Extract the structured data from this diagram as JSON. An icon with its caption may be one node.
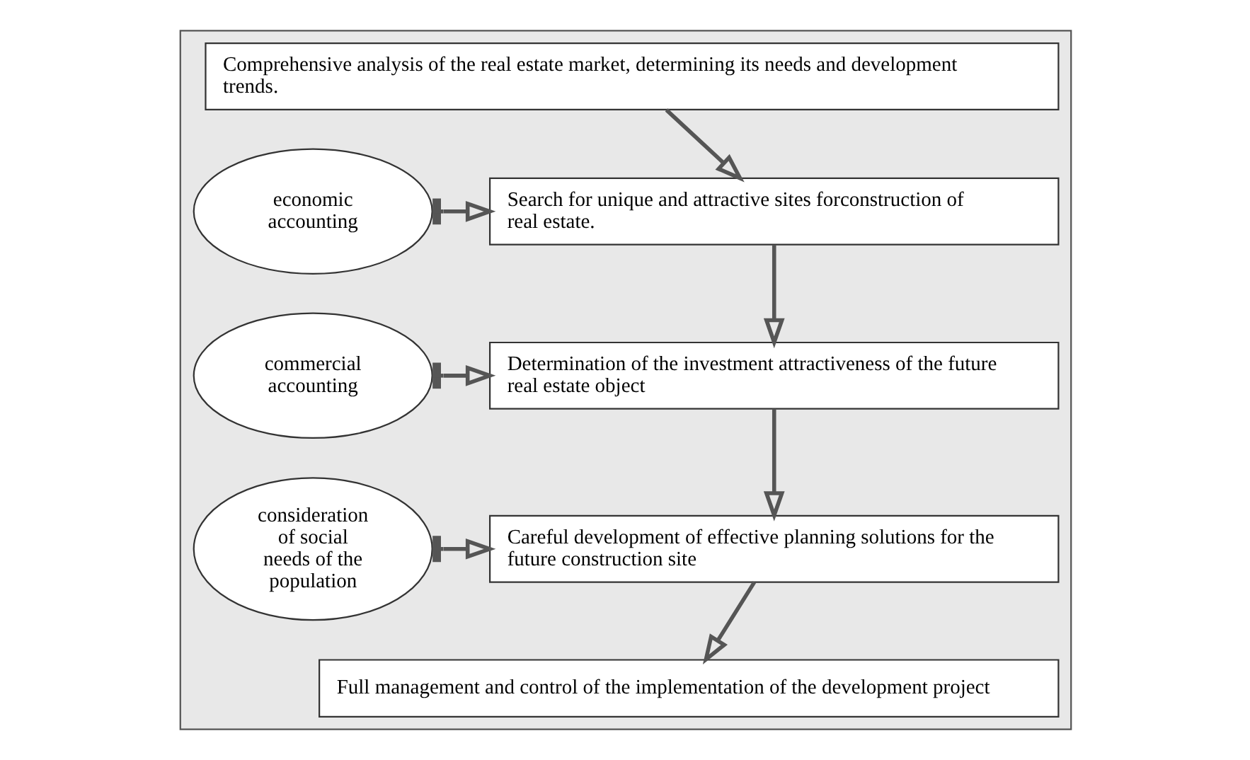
{
  "diagram": {
    "nodes": [
      {
        "text": [],
        "shape": "box"
      },
      {
        "text": [
          "Comprehensive analysis of the real estate market, determining its needs and development trends."
        ],
        "in": 0
      },
      {
        "text": [
          "economic accounting"
        ],
        "in": 0
      },
      {
        "text": [
          "Search for unique and attractive sites forconstruction of real estate."
        ],
        "in": 0
      },
      {
        "text": [
          "commercial accounting"
        ],
        "in": 0
      },
      {
        "text": [
          "Determination of the investment attractiveness of the future real estate object"
        ],
        "in": 0
      },
      {
        "text": [
          "consideration of social needs of the population"
        ],
        "in": 0
      },
      {
        "text": [
          "Careful development of effective planning solutions for the future construction site"
        ],
        "in": 0
      },
      {
        "text": [
          "Full management and control of the implementation of the development project"
        ],
        "in": 0
      }
    ],
    "edges": [
      {
        "from": 1,
        "to": 3,
        "arrow": "to"
      },
      {
        "from": 2,
        "to": 3,
        "arrow": "to"
      },
      {
        "from": 3,
        "to": 5,
        "arrow": "to"
      },
      {
        "from": 4,
        "to": 5,
        "arrow": "to"
      },
      {
        "from": 5,
        "to": 7,
        "arrow": "to"
      },
      {
        "from": 6,
        "to": 7,
        "arrow": "to"
      },
      {
        "from": 7,
        "to": 8,
        "arrow": "to"
      }
    ]
  }
}
